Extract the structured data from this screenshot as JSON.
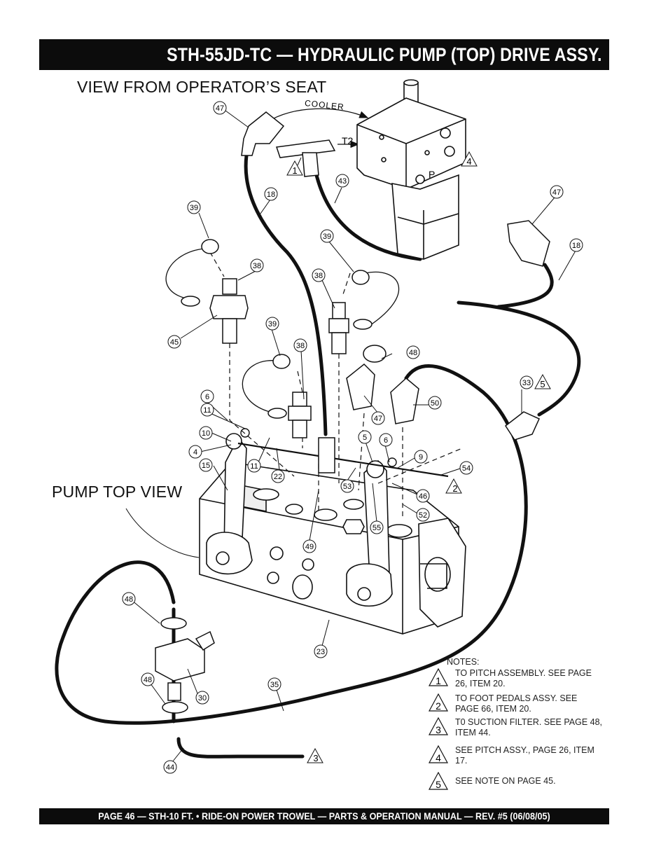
{
  "header": {
    "title": "STH-55JD-TC — HYDRAULIC PUMP (TOP) DRIVE ASSY."
  },
  "labels": {
    "view_from_seat": "VIEW FROM OPERATOR’S SEAT",
    "pump_top_view": "PUMP TOP VIEW",
    "cooler": "COOLER",
    "t2": "T2",
    "p": "P"
  },
  "callouts": {
    "c47a": "47",
    "c18a": "18",
    "c43": "43",
    "c47b": "47",
    "c18b": "18",
    "c39a": "39",
    "c38a": "38",
    "c45": "45",
    "c39b": "39",
    "c38b": "38",
    "c39c": "39",
    "c38c": "38",
    "c48a": "48",
    "c47c": "47",
    "c50": "50",
    "c33": "33",
    "c6a": "6",
    "c11a": "11",
    "c10": "10",
    "c4": "4",
    "c15": "15",
    "c11b": "11",
    "c22": "22",
    "c5": "5",
    "c6b": "6",
    "c9": "9",
    "c54": "54",
    "c53": "53",
    "c46": "46",
    "c52": "52",
    "c55": "55",
    "c49": "49",
    "c23": "23",
    "c48b": "48",
    "c30": "30",
    "c48c": "48",
    "c35": "35",
    "c44": "44"
  },
  "triangles": {
    "t1": "1",
    "t4": "4",
    "t5": "5",
    "t2": "2",
    "t3": "3"
  },
  "notes": {
    "heading": "NOTES:",
    "items": [
      {
        "num": "1",
        "text": "TO PITCH ASSEMBLY. SEE PAGE 26, ITEM 20."
      },
      {
        "num": "2",
        "text": "TO FOOT PEDALS ASSY. SEE PAGE 66, ITEM 20."
      },
      {
        "num": "3",
        "text": "T0 SUCTION FILTER. SEE PAGE 48, ITEM 44."
      },
      {
        "num": "4",
        "text": "SEE PITCH ASSY., PAGE 26, ITEM 17."
      },
      {
        "num": "5",
        "text": "SEE NOTE ON PAGE 45."
      }
    ]
  },
  "footer": {
    "text": "PAGE 46 — STH-10 FT. • RIDE-ON POWER TROWEL — PARTS & OPERATION MANUAL — REV. #5 (06/08/05)"
  }
}
